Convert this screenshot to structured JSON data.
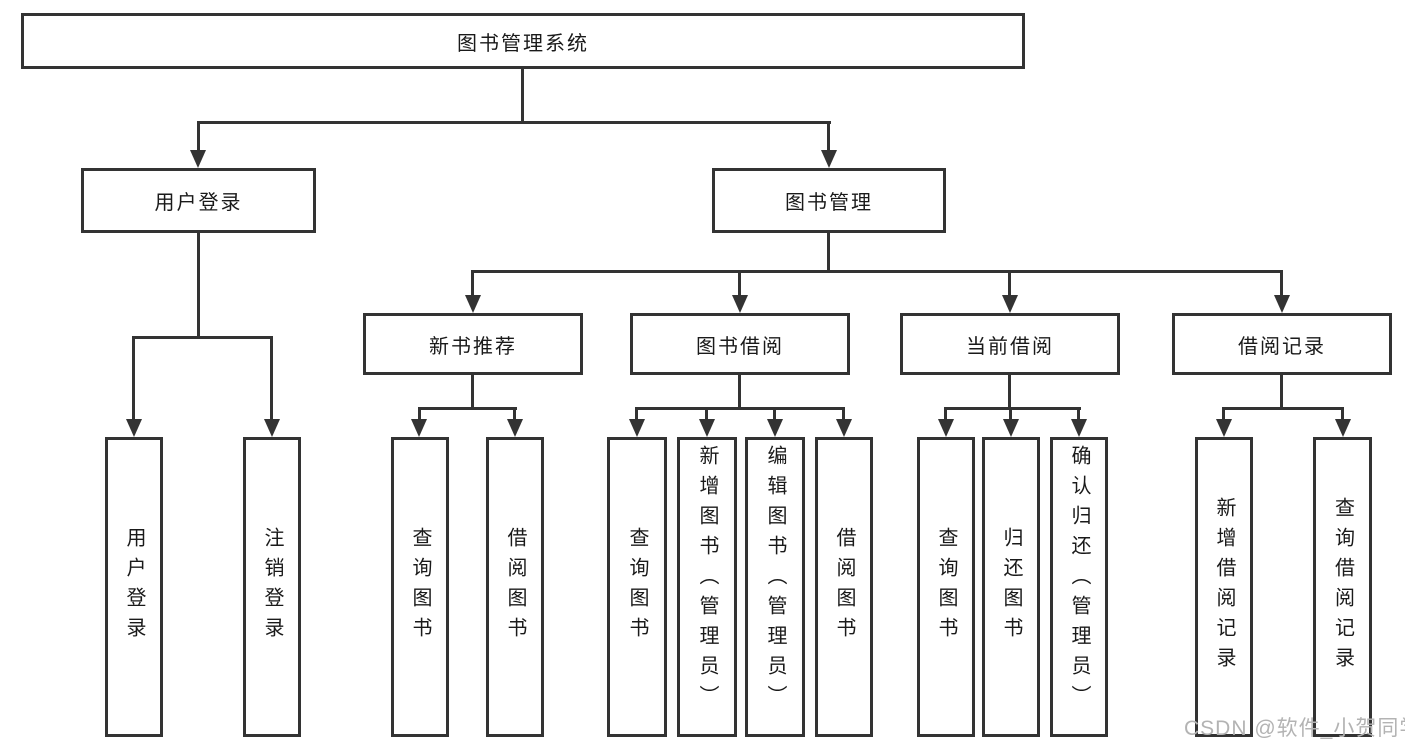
{
  "diagram": {
    "root": {
      "label": "图书管理系统"
    },
    "branches": [
      {
        "label": "用户登录",
        "children": [
          {
            "label": "用户登录"
          },
          {
            "label": "注销登录"
          }
        ]
      },
      {
        "label": "图书管理",
        "children": [
          {
            "label": "新书推荐",
            "children": [
              {
                "label": "查询图书"
              },
              {
                "label": "借阅图书"
              }
            ]
          },
          {
            "label": "图书借阅",
            "children": [
              {
                "label": "查询图书"
              },
              {
                "label": "新增图书（管理员）"
              },
              {
                "label": "编辑图书（管理员）"
              },
              {
                "label": "借阅图书"
              }
            ]
          },
          {
            "label": "当前借阅",
            "children": [
              {
                "label": "查询图书"
              },
              {
                "label": "归还图书"
              },
              {
                "label": "确认归还（管理员）"
              }
            ]
          },
          {
            "label": "借阅记录",
            "children": [
              {
                "label": "新增借阅记录"
              },
              {
                "label": "查询借阅记录"
              }
            ]
          }
        ]
      }
    ]
  },
  "watermark": {
    "text": "CSDN @软件_小贺同学"
  },
  "colors": {
    "line": "#333333",
    "box_border": "#333333",
    "text": "#1a1a1a",
    "watermark": "#b3b3b3",
    "background": "#ffffff"
  }
}
